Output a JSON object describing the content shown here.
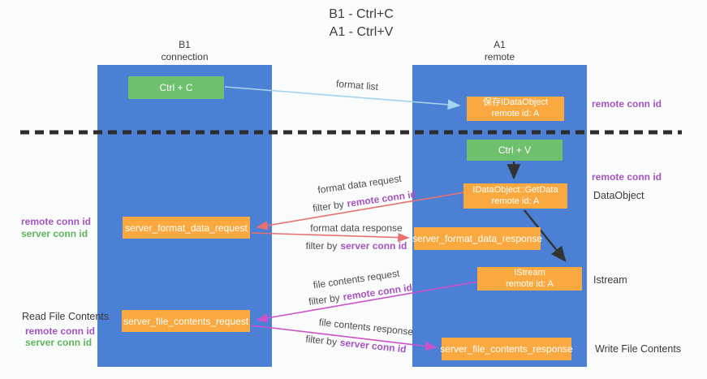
{
  "title": {
    "line1": "B1 - Ctrl+C",
    "line2": "A1 - Ctrl+V"
  },
  "lanes": {
    "left": {
      "name": "B1",
      "subtitle": "connection"
    },
    "right": {
      "name": "A1",
      "subtitle": "remote"
    }
  },
  "nodes": {
    "ctrl_c": {
      "label": "Ctrl + C"
    },
    "ctrl_v": {
      "label": "Ctrl + V"
    },
    "save_dataobject": {
      "title": "保存IDataObject",
      "subtitle": "remote id: A"
    },
    "getdata": {
      "title": "IDataObject::GetData",
      "subtitle": "remote id: A"
    },
    "istream": {
      "title": "IStream",
      "subtitle": "remote id: A"
    },
    "server_format_data_request": {
      "label": "server_format_data_request"
    },
    "server_format_data_response": {
      "label": "server_format_data_response"
    },
    "server_file_contents_request": {
      "label": "server_file_contents_request"
    },
    "server_file_contents_response": {
      "label": "server_file_contents_response"
    }
  },
  "edges": {
    "format_list": {
      "label": "format list"
    },
    "format_data_request": {
      "label": "format data request",
      "filter_prefix": "filter by",
      "filter_value": "remote conn id"
    },
    "format_data_response": {
      "label": "format data response",
      "filter_prefix": "filter by",
      "filter_value": "server conn id"
    },
    "file_contents_request": {
      "label": "file contents request",
      "filter_prefix": "filter by",
      "filter_value": "remote conn id"
    },
    "file_contents_response": {
      "label": "file contents response",
      "filter_prefix": "filter by",
      "filter_value": "server conn id"
    }
  },
  "annotations": {
    "right_remote_conn_top": "remote conn id",
    "right_remote_conn_mid": "remote conn id",
    "right_dataobject": "DataObject",
    "right_istream": "Istream",
    "right_write_file": "Write File Contents",
    "left_remote_conn_1": "remote conn id",
    "left_server_conn_1": "server conn id",
    "left_read_file": "Read File Contents",
    "left_remote_conn_2": "remote conn id",
    "left_server_conn_2": "server conn id"
  },
  "colors": {
    "lane_blue": "#4b80d5",
    "box_orange": "#f9a93f",
    "box_green": "#6ec06d",
    "arrow_light_blue": "#a5d3f1",
    "arrow_red": "#ea7070",
    "arrow_magenta": "#cc52cc",
    "arrow_black": "#333333",
    "label_purple": "#a653c1",
    "label_green": "#5db55d",
    "dashed_line": "#2d2d2d"
  }
}
